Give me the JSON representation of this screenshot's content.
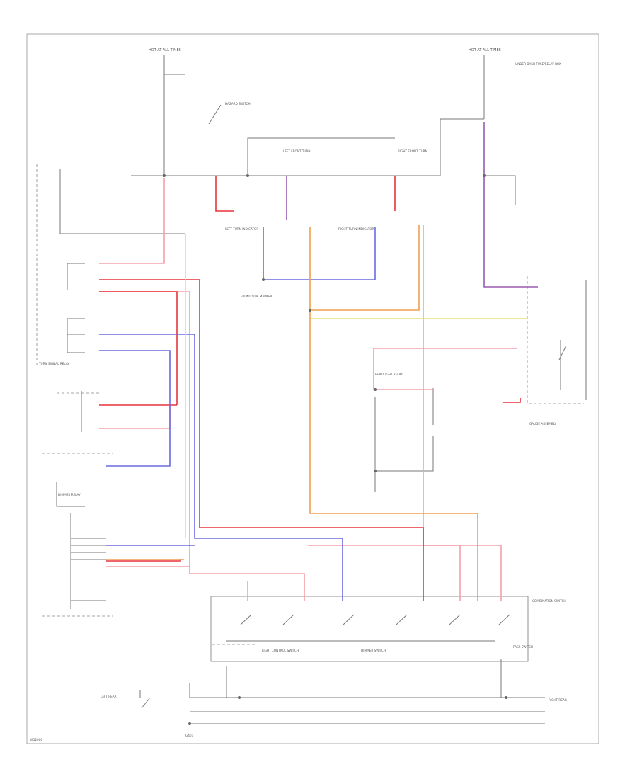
{
  "colors": {
    "red": "#e8343a",
    "pink": "#f4a0a8",
    "blue": "#6b6be0",
    "orange": "#f0a050",
    "yellow": "#e8e070",
    "purple": "#9a5ab0",
    "black": "#555555"
  },
  "labels": {
    "top_left_fuse": "HOT AT ALL TIMES",
    "top_right_fuse": "HOT AT ALL TIMES",
    "top_right_box": "UNDER-DASH FUSE/RELAY BOX",
    "hazard_switch": "HAZARD SWITCH",
    "left_front_turn": "LEFT FRONT TURN",
    "right_front_turn": "RIGHT FRONT TURN",
    "left_turn_indicator": "LEFT TURN INDICATOR",
    "right_turn_indicator": "RIGHT TURN INDICATOR",
    "front_side_marker": "FRONT SIDE MARKER",
    "turn_signal_relay": "TURN SIGNAL RELAY",
    "gauge_assembly": "GAUGE ASSEMBLY",
    "headlight_box": "HEADLIGHT RELAY",
    "dimmer_relay": "DIMMER RELAY",
    "combination_switch": "COMBINATION SWITCH",
    "light_control_switch": "LIGHT CONTROL SWITCH",
    "dimmer_switch": "DIMMER SWITCH",
    "pass_switch": "PASS SWITCH",
    "left_rear": "LEFT REAR",
    "right_rear": "RIGHT REAR",
    "gnd": "G401",
    "footnote": "WD2006"
  }
}
